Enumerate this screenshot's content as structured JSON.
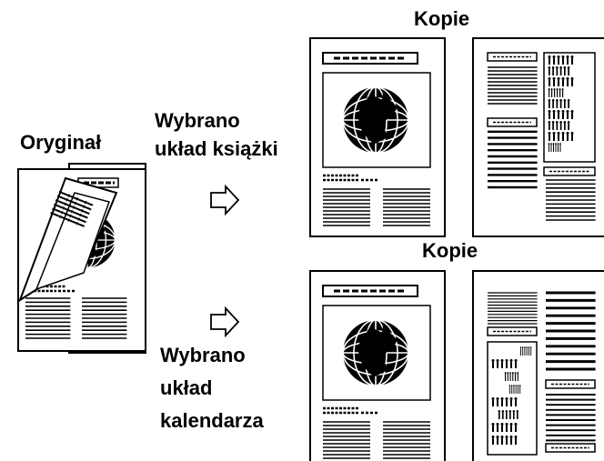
{
  "original": {
    "label": "Oryginał"
  },
  "book_layout": {
    "label_line1": "Wybrano",
    "label_line2": "układ książki",
    "copies_label": "Kopie"
  },
  "calendar_layout": {
    "label_line1": "Wybrano",
    "label_line2": "układ",
    "label_line3": "kalendarza",
    "copies_label": "Kopie"
  },
  "icons": [
    "arrow-right-icon",
    "globe-icon",
    "person-figures-icon"
  ],
  "colors": {
    "ink": "#000000",
    "paper": "#ffffff"
  }
}
